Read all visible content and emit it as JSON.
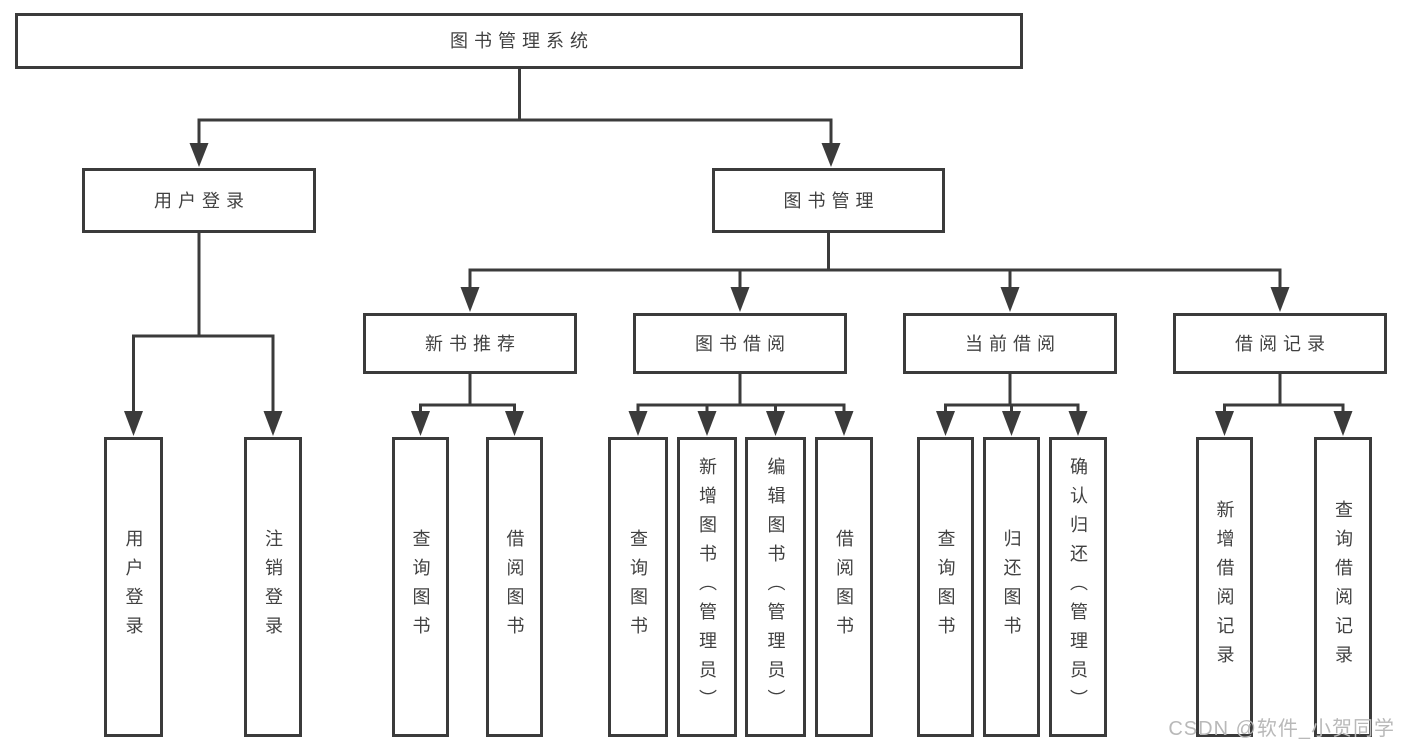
{
  "diagram": {
    "title": "图书管理系统",
    "modules": [
      {
        "label": "用户登录",
        "children": [
          {
            "label": "用户登录"
          },
          {
            "label": "注销登录"
          }
        ]
      },
      {
        "label": "图书管理",
        "submodules": [
          {
            "label": "新书推荐",
            "children": [
              {
                "label": "查询图书"
              },
              {
                "label": "借阅图书"
              }
            ]
          },
          {
            "label": "图书借阅",
            "children": [
              {
                "label": "查询图书"
              },
              {
                "label": "新增图书（管理员）"
              },
              {
                "label": "编辑图书（管理员）"
              },
              {
                "label": "借阅图书"
              }
            ]
          },
          {
            "label": "当前借阅",
            "children": [
              {
                "label": "查询图书"
              },
              {
                "label": "归还图书"
              },
              {
                "label": "确认归还（管理员）"
              }
            ]
          },
          {
            "label": "借阅记录",
            "children": [
              {
                "label": "新增借阅记录"
              },
              {
                "label": "查询借阅记录"
              }
            ]
          }
        ]
      }
    ]
  },
  "watermark": {
    "text": "CSDN @软件_小贺同学"
  },
  "colors": {
    "line": "#3b3b3b",
    "text": "#414141",
    "box_background": "#ffffff",
    "watermark": "#b9b9b9"
  }
}
